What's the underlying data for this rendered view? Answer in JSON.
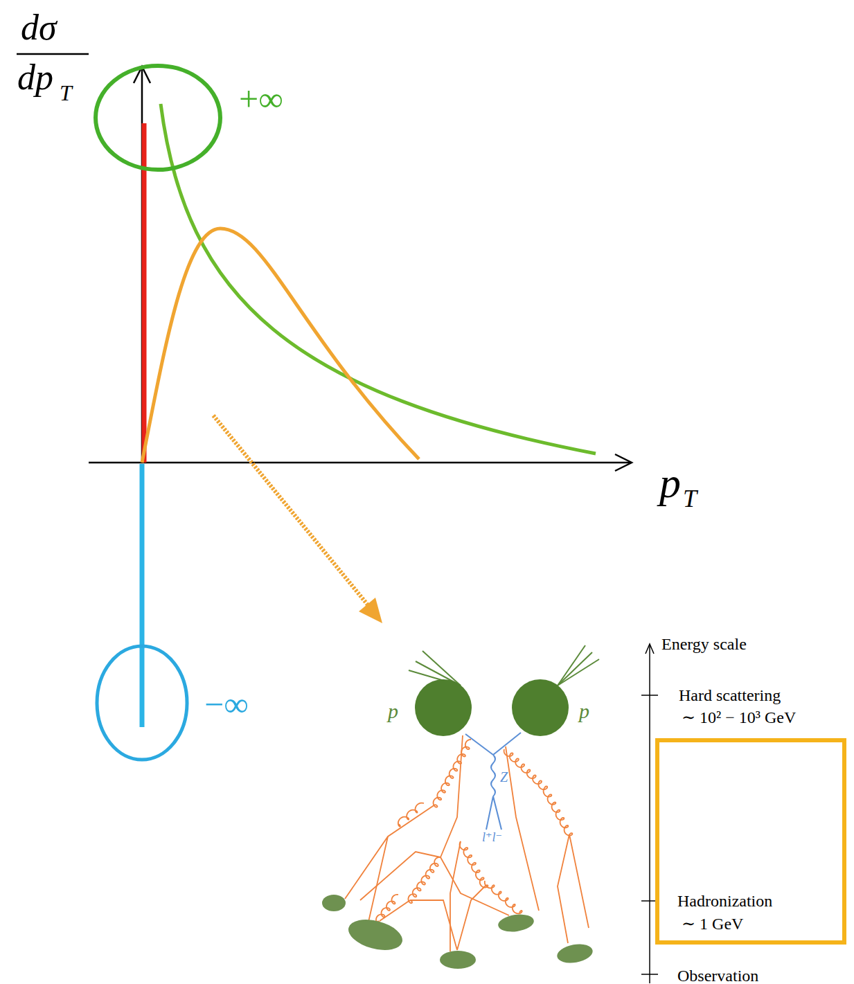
{
  "diagram": {
    "labels": [
      "dσ",
      "dp",
      "T",
      "+∞",
      "−∞",
      "p",
      "T",
      "p",
      "p",
      "Z",
      "l⁺l⁻",
      "Energy scale",
      "Hard scattering",
      "∼ 10² − 10³ GeV",
      "Hadronization",
      "∼ 1 GeV",
      "Observation"
    ]
  }
}
